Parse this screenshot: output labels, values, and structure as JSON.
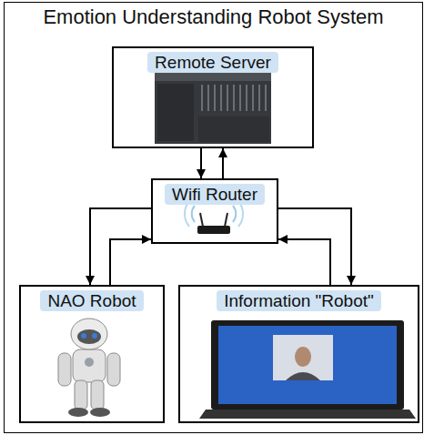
{
  "diagram": {
    "nodes": [
      {
        "text": [
          "Emotion Understanding Robot System"
        ]
      },
      {
        "text": [
          "Remote Server"
        ],
        "in": 0
      },
      {
        "text": [
          "Wifi Router"
        ],
        "in": 0
      },
      {
        "text": [
          "NAO Robot"
        ],
        "in": 0
      },
      {
        "text": [
          "Information \"Robot\""
        ],
        "in": 0
      }
    ],
    "edges": [
      {
        "from": 1,
        "to": 2,
        "arrow": "to"
      },
      {
        "from": 2,
        "to": 1,
        "arrow": "to"
      },
      {
        "from": 2,
        "to": 3,
        "arrow": "to"
      },
      {
        "from": 3,
        "to": 2,
        "arrow": "to"
      },
      {
        "from": 4,
        "to": 2,
        "arrow": "to"
      },
      {
        "from": 2,
        "to": 4,
        "arrow": "to"
      }
    ]
  }
}
